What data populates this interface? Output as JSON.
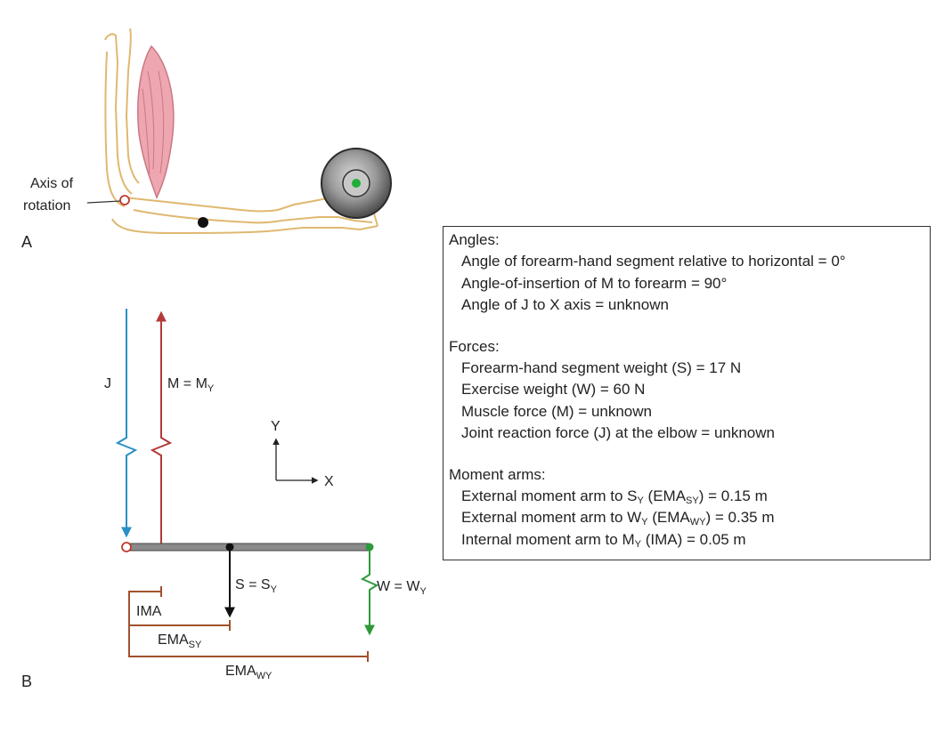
{
  "panel_a": {
    "label": "A",
    "axis_label_line1": "Axis of",
    "axis_label_line2": "rotation"
  },
  "panel_b": {
    "label": "B",
    "j_label": "J",
    "m_label": "M = M",
    "m_sub": "Y",
    "axis_y": "Y",
    "axis_x": "X",
    "s_label": "S = S",
    "s_sub": "Y",
    "w_label": "W = W",
    "w_sub": "Y",
    "ima_label": "IMA",
    "ema_s_label": "EMA",
    "ema_s_sub": "SY",
    "ema_w_label": "EMA",
    "ema_w_sub": "WY"
  },
  "info_box": {
    "angles_heading": "Angles:",
    "angle_1": "Angle of forearm-hand segment relative to horizontal = 0°",
    "angle_2": "Angle-of-insertion of M to forearm = 90°",
    "angle_3": "Angle of J to X axis = unknown",
    "forces_heading": "Forces:",
    "force_1": "Forearm-hand segment weight (S) = 17 N",
    "force_2": "Exercise weight (W) = 60 N",
    "force_3": "Muscle force (M) = unknown",
    "force_4": "Joint reaction force (J) at the elbow = unknown",
    "moment_heading": "Moment arms:",
    "moment_1_a": "External moment arm to S",
    "moment_1_s1": "Y",
    "moment_1_b": " (EMA",
    "moment_1_s2": "SY",
    "moment_1_c": ") = 0.15 m",
    "moment_2_a": "External moment arm to W",
    "moment_2_s1": "Y",
    "moment_2_b": " (EMA",
    "moment_2_s2": "WY",
    "moment_2_c": ") = 0.35 m",
    "moment_3_a": "Internal moment arm to M",
    "moment_3_s1": "Y",
    "moment_3_c": " (IMA) = 0.05 m"
  },
  "colors": {
    "bone_outline": "#e0b870",
    "muscle": "#eea6b0",
    "joint_reaction_blue": "#2a8fc4",
    "muscle_force_red": "#b33a3a",
    "weight_green": "#2e9a3a",
    "moment_arm_brown": "#a0522d",
    "forearm_bar": "#8a8a8a"
  }
}
